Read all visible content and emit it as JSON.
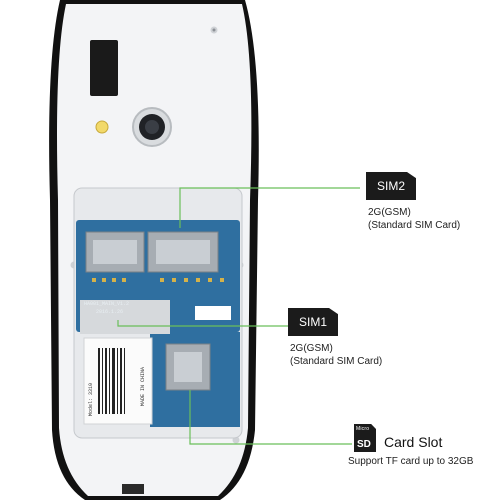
{
  "colors": {
    "phone_body": "#f3f4f6",
    "phone_bezel": "#111111",
    "board": "#2f6fa0",
    "callout_line": "#6abf5a",
    "chip_bg": "#1b1b1b"
  },
  "callouts": {
    "sim2": {
      "chip_label": "SIM2",
      "line1": "2G(GSM)",
      "line2": "(Standard SIM Card)"
    },
    "sim1": {
      "chip_label": "SIM1",
      "line1": "2G(GSM)",
      "line2": "(Standard SIM Card)"
    },
    "card": {
      "icon_top": "Micro",
      "icon_bottom": "SD",
      "title": "Card Slot",
      "description": "Support TF card up to 32GB"
    }
  },
  "board_text": {
    "model": "HA001_MAIN_V1.2",
    "date": "2016.1.26"
  },
  "sticker_text": {
    "model_line": "Model: 3310",
    "made_in": "MADE IN CHINA"
  }
}
